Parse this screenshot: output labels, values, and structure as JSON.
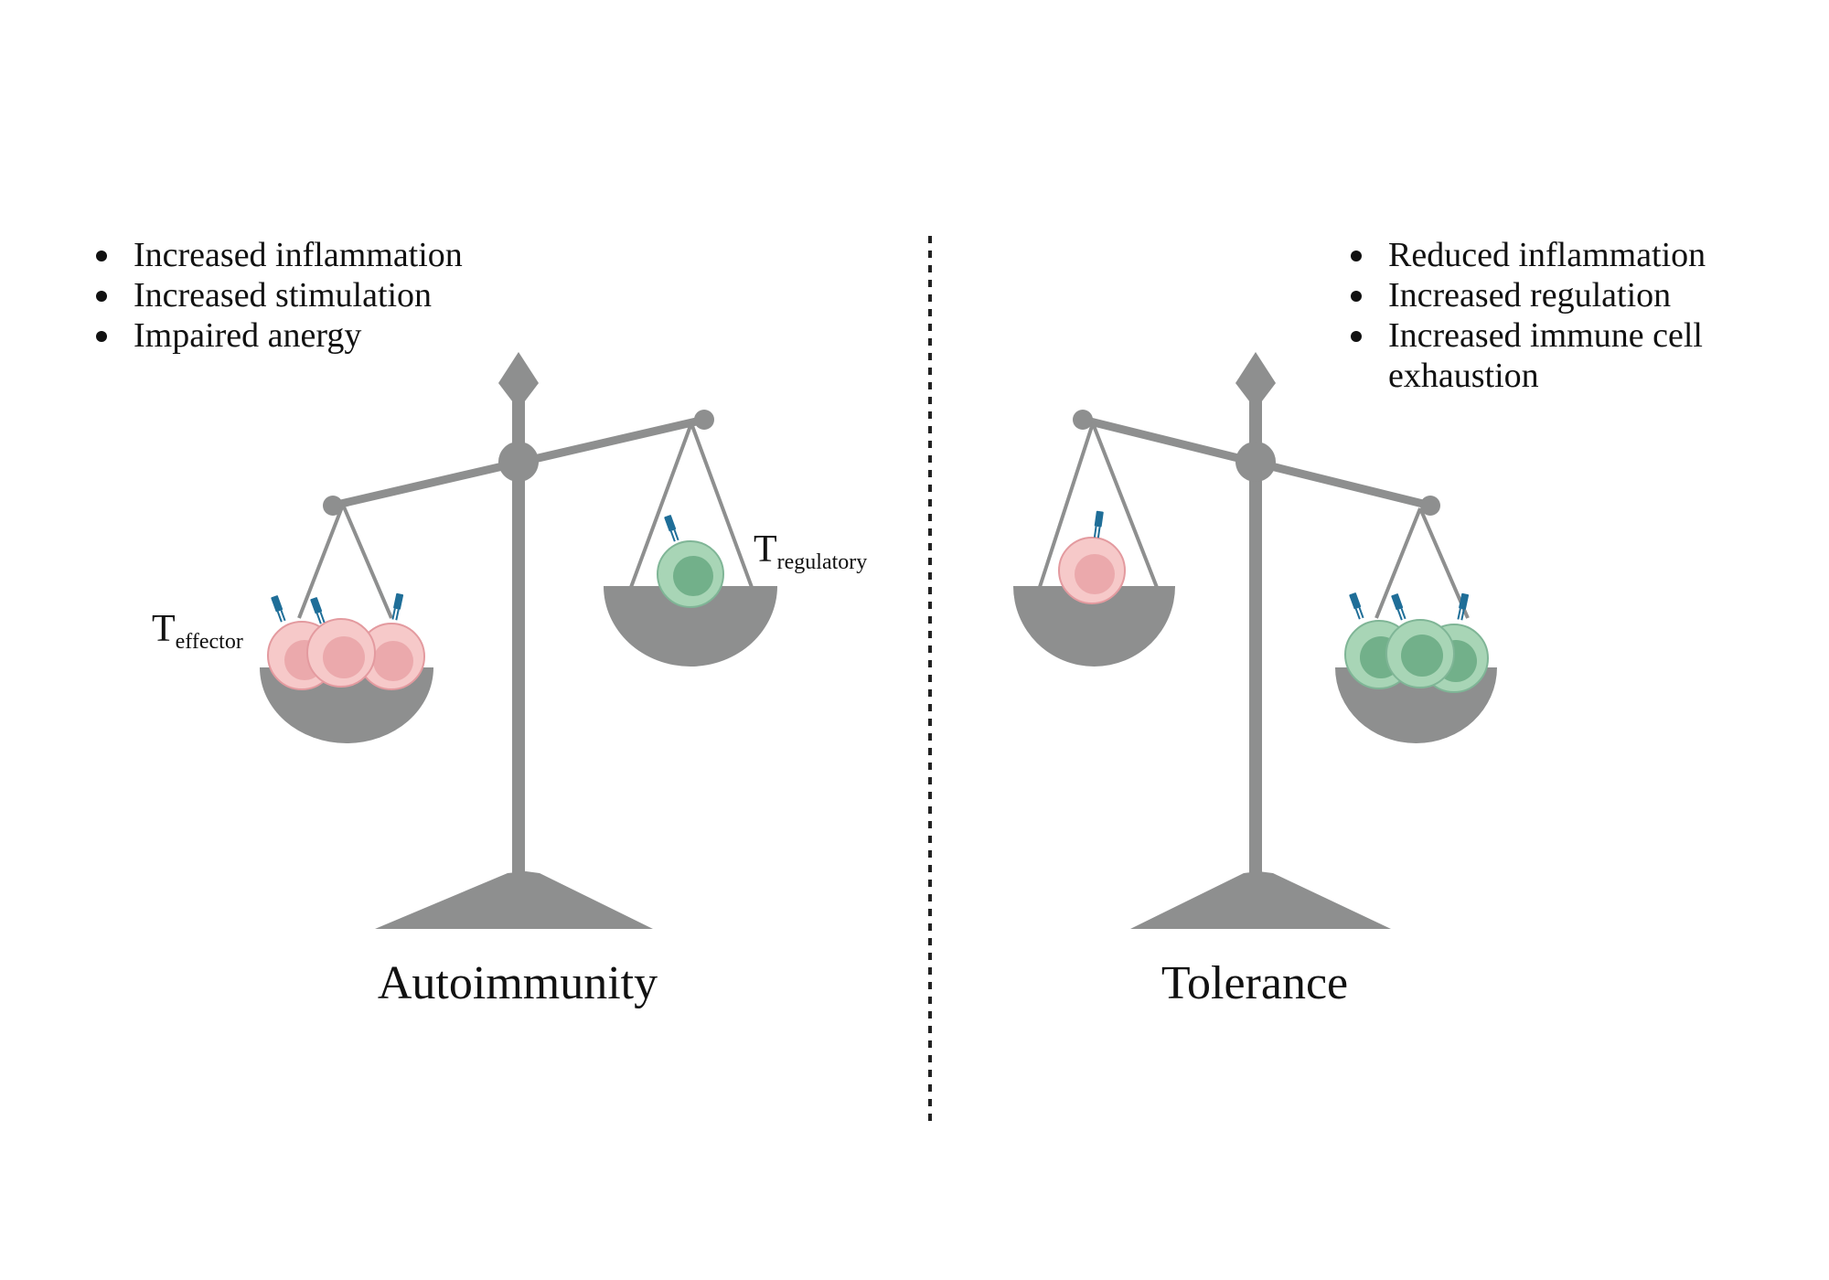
{
  "left_panel": {
    "bullets": [
      "Increased inflammation",
      "Increased stimulation",
      "Impaired anergy"
    ],
    "effector_label": {
      "main": "T",
      "sub": "effector"
    },
    "regulatory_label": {
      "main": "T",
      "sub": "regulatory"
    },
    "title": "Autoimmunity"
  },
  "right_panel": {
    "bullets": [
      "Reduced inflammation",
      "Increased regulation",
      "Increased immune cell exhaustion"
    ],
    "title": "Tolerance"
  },
  "colors": {
    "scale_gray": "#8e8f8f",
    "effector_cell_outer": "#f6c9c9",
    "effector_cell_inner": "#eba9ac",
    "effector_cell_stroke": "#e39a9f",
    "regulatory_cell_outer": "#a8d5b6",
    "regulatory_cell_inner": "#72b08a",
    "regulatory_cell_stroke": "#7fb596",
    "receptor_blue": "#1f6e98",
    "divider": "#222222"
  },
  "icons": {
    "scale_left": "balance-scale-icon",
    "scale_right": "balance-scale-icon",
    "effector_cell": "t-effector-cell-icon",
    "regulatory_cell": "t-regulatory-cell-icon",
    "receptor": "t-cell-receptor-icon"
  }
}
